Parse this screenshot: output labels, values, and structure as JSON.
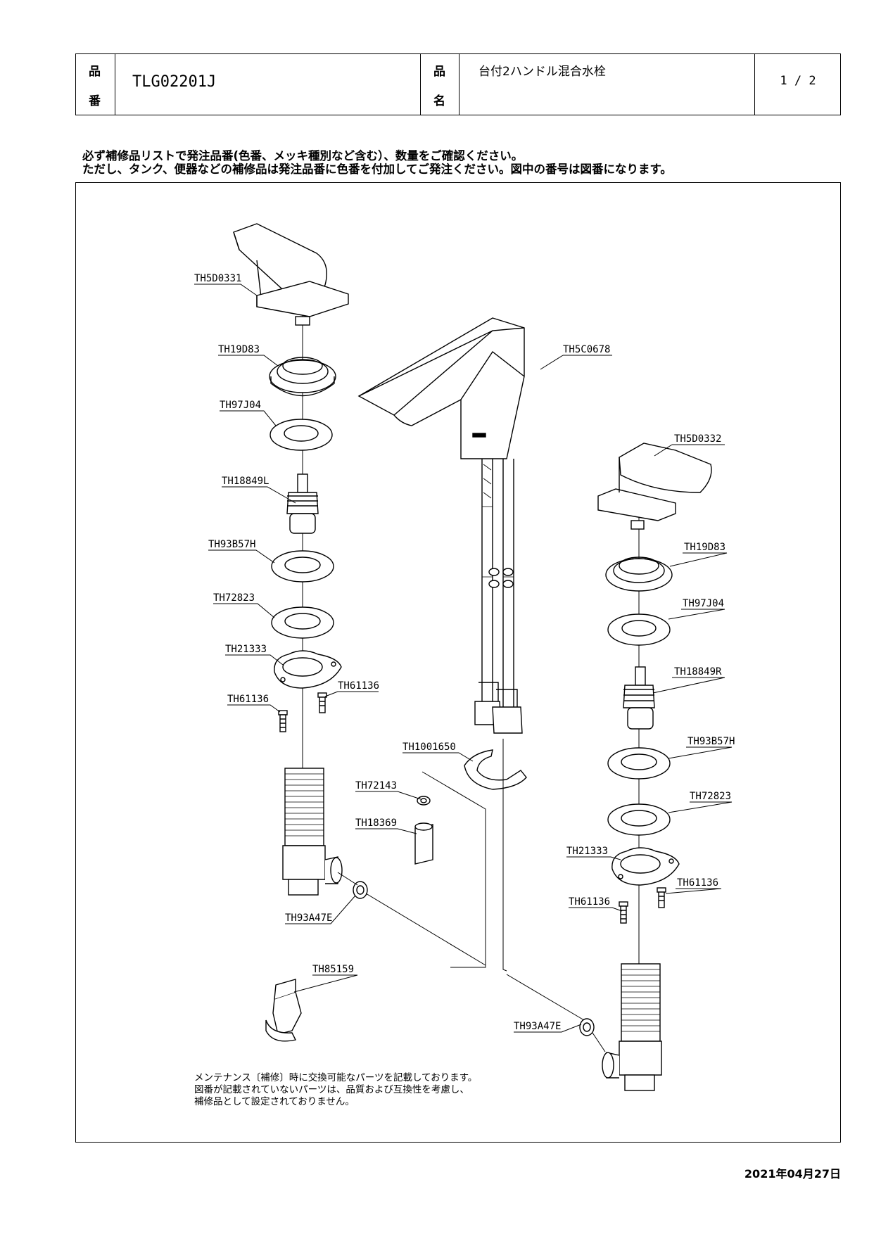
{
  "header": {
    "label_part_no": [
      "品",
      "番"
    ],
    "part_no": "TLG02201J",
    "label_part_name": [
      "品",
      "名"
    ],
    "part_name": "台付2ハンドル混合水栓",
    "page": "1 / 2"
  },
  "notice": {
    "line1": "必ず補修品リストで発注品番(色番、メッキ種別など含む）、数量をご確認ください。",
    "line2": "ただし、タンク、便器などの補修品は発注品番に色番を付加してご発注ください。図中の番号は図番になります。"
  },
  "parts": {
    "handle_left": "TH5D0331",
    "nut_left": "TH19D83",
    "washer1_left": "TH97J04",
    "cartridge_left": "TH18849L",
    "washer2_left": "TH93B57H",
    "washer3_left": "TH72823",
    "plate_left": "TH21333",
    "screw_left_a": "TH61136",
    "screw_left_b": "TH61136",
    "spout": "TH5C0678",
    "handle_right": "TH5D0332",
    "nut_right": "TH19D83",
    "washer1_right": "TH97J04",
    "cartridge_right": "TH18849R",
    "washer2_right": "TH93B57H",
    "washer3_right": "TH72823",
    "plate_right": "TH21333",
    "screw_right_a": "TH61136",
    "screw_right_b": "TH61136",
    "clip": "TH1001650",
    "oring": "TH72143",
    "coupling": "TH18369",
    "gasket_left": "TH93A47E",
    "gasket_right": "TH93A47E",
    "wrench": "TH85159"
  },
  "footnote": {
    "line1": "メンテナンス〔補修〕時に交換可能なパーツを記載しております。",
    "line2": "図番が記載されていないパーツは、品質および互換性を考慮し、",
    "line3": "補修品として設定されておりません。"
  },
  "date": "2021年04月27日"
}
